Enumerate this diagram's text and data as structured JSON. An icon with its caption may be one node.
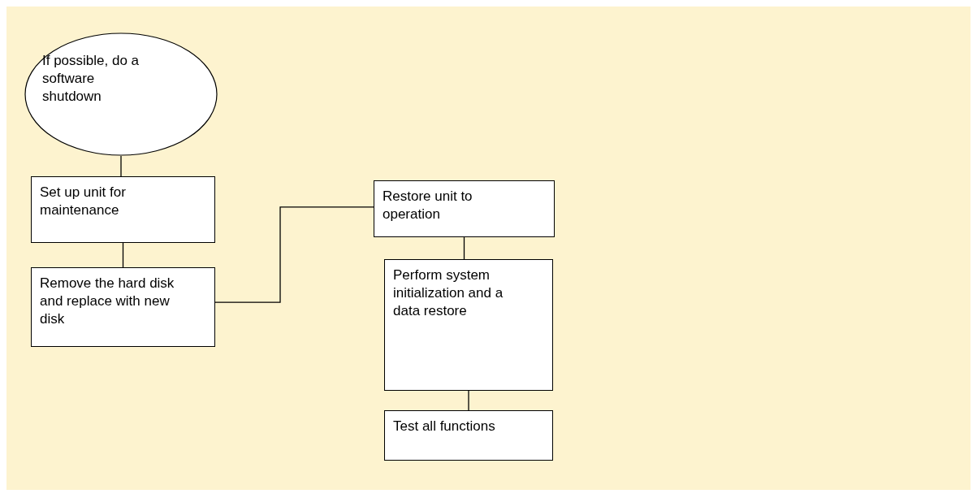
{
  "diagram": {
    "nodes": [
      {
        "text": [
          "If possible, do a software shutdown"
        ]
      },
      {
        "text": [
          "Set up unit for maintenance"
        ]
      },
      {
        "text": [
          "Remove the hard disk and replace with new disk"
        ]
      },
      {
        "text": [
          "Restore unit to operation"
        ]
      },
      {
        "text": [
          "Perform system initialization and a data restore"
        ]
      },
      {
        "text": [
          "Test all functions"
        ]
      }
    ],
    "edges": [
      {
        "from": 0,
        "to": 1,
        "arrow": "none"
      },
      {
        "from": 1,
        "to": 2,
        "arrow": "none"
      },
      {
        "from": 2,
        "to": 3,
        "arrow": "none"
      },
      {
        "from": 3,
        "to": 4,
        "arrow": "none"
      },
      {
        "from": 4,
        "to": 5,
        "arrow": "none"
      }
    ]
  }
}
